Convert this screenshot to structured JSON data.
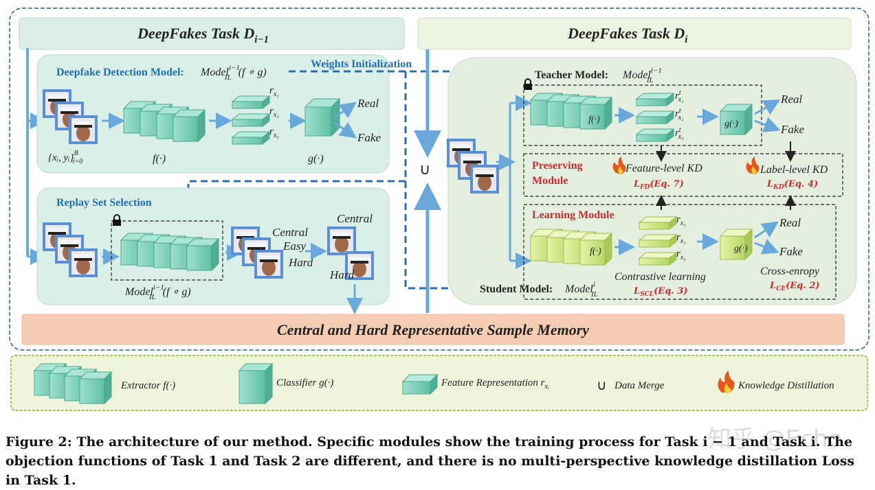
{
  "figure": {
    "task_prev_title": "DeepFakes Task D",
    "task_prev_sub": "i−1",
    "task_cur_title": "DeepFakes Task D",
    "task_cur_sub": "i",
    "detection_model_label": "Deepfake Detection Model:",
    "detection_model_formula": "Model",
    "detection_model_formula_sup": "i−1",
    "detection_model_formula_sub": "IL",
    "detection_model_formula_arg": "(f ∘ g)",
    "weights_init": "Weights Initialization",
    "input_set": "{x",
    "input_set_full": "{xᵢ, yᵢ}",
    "input_set_sup": "B",
    "input_set_sub": "i=0",
    "f_label": "f(·)",
    "g_label": "g(·)",
    "r_labels": [
      "r",
      "r",
      "r"
    ],
    "r_subs": [
      "x₁",
      "x₂",
      "x₃"
    ],
    "real": "Real",
    "fake": "Fake",
    "replay_title": "Replay Set Selection",
    "replay_model": "Model",
    "replay_model_sup": "i−1",
    "replay_model_sub": "IL",
    "replay_model_arg": "(f ∘ g)",
    "central": "Central",
    "easy": "Easy",
    "hard": "Hard",
    "memory": "Central and Hard Representative Sample Memory",
    "union": "∪",
    "teacher_label": "Teacher Model:",
    "teacher_formula": "Model",
    "teacher_sup": "i−1",
    "teacher_sub": "IL",
    "teacher_r": [
      "r",
      "r",
      "r"
    ],
    "teacher_r_sup": "t",
    "preserving_title": "Preserving",
    "preserving_title2": "Module",
    "feature_kd": "Feature-level KD",
    "feature_kd_eq": "L",
    "feature_kd_eq_sub": "FD",
    "feature_kd_eq_ref": "(Eq. 7)",
    "label_kd": "Label-level KD",
    "label_kd_eq": "L",
    "label_kd_eq_sub": "KD",
    "label_kd_eq_ref": "(Eq. 4)",
    "learning_title": "Learning Module",
    "contrastive": "Contrastive learning",
    "scl_eq": "L",
    "scl_sub": "SCL",
    "scl_ref": "(Eq. 3)",
    "cross_entropy": "Cross-enropy",
    "ce_eq": "L",
    "ce_sub": "CE",
    "ce_ref": "(Eq. 2)",
    "student_label": "Student Model:",
    "student_formula": "Model",
    "student_sup": "i",
    "student_sub": "IL"
  },
  "legend": {
    "extractor": "Extractor f(·)",
    "classifier": "Classifier g(·)",
    "feature_rep": "Feature Representation r",
    "feature_rep_sub": "xᵢ",
    "data_merge": "Data Merge",
    "kd": "Knowledge Distillation"
  },
  "caption": "Figure 2: The architecture of our method. Specific modules show the training process for Task i − 1 and Task i. The objection functions of Task 1 and Task 2 are different, and there is no multi-perspective knowledge distillation Loss in Task 1.",
  "watermark": "知乎 @Echo",
  "colors": {
    "teal": "#6fcdb4",
    "teal_dark": "#3a9c84",
    "lime": "#c8e27a",
    "blue_text": "#1f6fbf",
    "red_text": "#d02b2b",
    "arrow_blue": "#6aa8dc",
    "memory_bg": "#f6cdb3"
  }
}
